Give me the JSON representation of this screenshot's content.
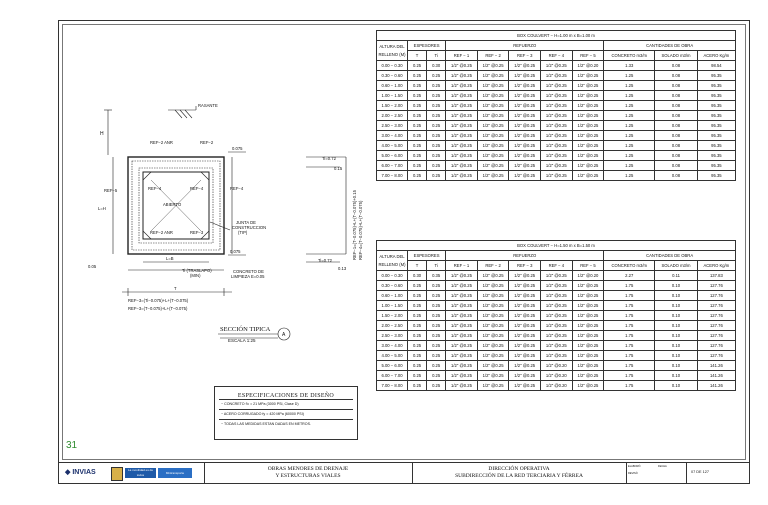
{
  "drawing_labels": {
    "rasante": "RASANTE",
    "h": "H",
    "ref2_anr_top": "REF−2 ANR",
    "ref2_top": "REF−2",
    "ref5_left": "REF−5",
    "ref4_left": "REF−4",
    "ref4_inner": "REF−4",
    "ref4_right": "REF−4",
    "ref1_left": "REF−1",
    "ref1_right": "REF−1",
    "abierto": "ABIERTO",
    "ref2_anr_bot": "REF−2 ANR",
    "ref3": "REF−3",
    "l_h": "L=H",
    "t": "T",
    "ti_traslapo": "Ti (TRASLAPO)",
    "min": "(MIN)",
    "concreto_limpieza": "CONCRETO DE",
    "limpieza": "LIMPIEZA E=0.05",
    "junta": "JUNTA DE",
    "construccion": "CONSTRUCCION",
    "tip": "(TIP)",
    "dim_0075a": "0.075",
    "dim_0075b": "0.075",
    "dim_005": "0.05",
    "l_b": "L=B",
    "ti_072": "Ti=0.72",
    "ti_012": "Ti=0.72",
    "dim_015": "0.15",
    "dim_013": "0.13",
    "formula1": "REF−3=(Ti−0.075)+L+(T−0.075)",
    "formula2": "REF−3=(T−0.075)+L+(T−0.075)",
    "vert1": "REF−1=(T−0.075)+L+(T−0.075)+0.15",
    "vert2": "REF−4=(T−0.075)+L+(T−0.075)",
    "seccion": "SECCIÓN TIPICA",
    "escala": "ESCALA 1:25",
    "seccion_mark": "A"
  },
  "table1": {
    "title": "BOX COULVERT − H=1.00 m x B=1.00 m",
    "headers": {
      "altura": "ALTURA DEL RELLENO (M)",
      "espesores": "ESPESORES",
      "refuerzo": "REFUERZO",
      "cantidades": "CANTIDADES DE OBRA",
      "t": "T",
      "ti": "Ti",
      "ref1": "REF − 1",
      "ref2": "REF − 2",
      "ref3": "REF − 3",
      "ref4": "REF − 4",
      "ref5": "REF − 5",
      "concreto": "CONCRETO m3/m",
      "solado": "SOLADO m3/m",
      "acero": "ACERO Kg/m"
    },
    "rows": [
      [
        "0.00 − 0.30",
        "0.25",
        "0.30",
        "1/2\" @0.25",
        "1/2\" @0.25",
        "1/2\" @0.25",
        "1/2\" @0.25",
        "1/2\" @0.20",
        "1.33",
        "0.08",
        "98.54"
      ],
      [
        "0.30 − 0.60",
        "0.25",
        "0.25",
        "1/2\" @0.25",
        "1/2\" @0.25",
        "1/2\" @0.25",
        "1/2\" @0.25",
        "1/2\" @0.25",
        "1.25",
        "0.08",
        "95.35"
      ],
      [
        "0.60 − 1.00",
        "0.25",
        "0.25",
        "1/2\" @0.25",
        "1/2\" @0.25",
        "1/2\" @0.25",
        "1/2\" @0.25",
        "1/2\" @0.25",
        "1.25",
        "0.08",
        "95.35"
      ],
      [
        "1.00 − 1.50",
        "0.25",
        "0.25",
        "1/2\" @0.25",
        "1/2\" @0.25",
        "1/2\" @0.25",
        "1/2\" @0.25",
        "1/2\" @0.25",
        "1.25",
        "0.08",
        "95.35"
      ],
      [
        "1.50 − 2.00",
        "0.25",
        "0.25",
        "1/2\" @0.25",
        "1/2\" @0.25",
        "1/2\" @0.25",
        "1/2\" @0.25",
        "1/2\" @0.25",
        "1.25",
        "0.08",
        "95.35"
      ],
      [
        "2.00 − 2.50",
        "0.25",
        "0.25",
        "1/2\" @0.25",
        "1/2\" @0.25",
        "1/2\" @0.25",
        "1/2\" @0.25",
        "1/2\" @0.25",
        "1.25",
        "0.08",
        "95.35"
      ],
      [
        "2.50 − 3.00",
        "0.25",
        "0.25",
        "1/2\" @0.25",
        "1/2\" @0.25",
        "1/2\" @0.25",
        "1/2\" @0.25",
        "1/2\" @0.25",
        "1.25",
        "0.08",
        "95.35"
      ],
      [
        "3.00 − 4.00",
        "0.25",
        "0.25",
        "1/2\" @0.25",
        "1/2\" @0.25",
        "1/2\" @0.25",
        "1/2\" @0.25",
        "1/2\" @0.25",
        "1.25",
        "0.08",
        "95.35"
      ],
      [
        "4.00 − 5.00",
        "0.25",
        "0.25",
        "1/2\" @0.25",
        "1/2\" @0.25",
        "1/2\" @0.25",
        "1/2\" @0.25",
        "1/2\" @0.25",
        "1.25",
        "0.08",
        "95.35"
      ],
      [
        "5.00 − 6.00",
        "0.25",
        "0.25",
        "1/2\" @0.25",
        "1/2\" @0.25",
        "1/2\" @0.25",
        "1/2\" @0.25",
        "1/2\" @0.25",
        "1.25",
        "0.08",
        "95.35"
      ],
      [
        "6.00 − 7.00",
        "0.25",
        "0.25",
        "1/2\" @0.25",
        "1/2\" @0.25",
        "1/2\" @0.25",
        "1/2\" @0.25",
        "1/2\" @0.25",
        "1.25",
        "0.08",
        "95.35"
      ],
      [
        "7.00 − 8.00",
        "0.25",
        "0.25",
        "1/2\" @0.25",
        "1/2\" @0.25",
        "1/2\" @0.25",
        "1/2\" @0.25",
        "1/2\" @0.25",
        "1.25",
        "0.08",
        "95.35"
      ]
    ]
  },
  "table2": {
    "title": "BOX COULVERT − H=1.50 m x B=1.50 m",
    "headers": {
      "altura": "ALTURA DEL RELLENO (M)",
      "espesores": "ESPESORES",
      "refuerzo": "REFUERZO",
      "cantidades": "CANTIDADES DE OBRA",
      "t": "T",
      "ti": "Ti",
      "ref1": "REF − 1",
      "ref2": "REF − 2",
      "ref3": "REF − 3",
      "ref4": "REF − 4",
      "ref5": "REF − 5",
      "concreto": "CONCRETO m3/m",
      "solado": "SOLADO m3/m",
      "acero": "ACERO Kg/m"
    },
    "rows": [
      [
        "0.00 − 0.30",
        "0.30",
        "0.35",
        "1/2\" @0.25",
        "1/2\" @0.25",
        "1/2\" @0.25",
        "1/2\" @0.25",
        "1/2\" @0.20",
        "2.27",
        "0.11",
        "137.83"
      ],
      [
        "0.30 − 0.60",
        "0.25",
        "0.25",
        "1/2\" @0.25",
        "1/2\" @0.25",
        "1/2\" @0.25",
        "1/2\" @0.25",
        "1/2\" @0.25",
        "1.75",
        "0.10",
        "127.76"
      ],
      [
        "0.60 − 1.00",
        "0.25",
        "0.25",
        "1/2\" @0.25",
        "1/2\" @0.25",
        "1/2\" @0.25",
        "1/2\" @0.25",
        "1/2\" @0.25",
        "1.75",
        "0.10",
        "127.76"
      ],
      [
        "1.00 − 1.50",
        "0.25",
        "0.25",
        "1/2\" @0.25",
        "1/2\" @0.25",
        "1/2\" @0.25",
        "1/2\" @0.25",
        "1/2\" @0.25",
        "1.75",
        "0.10",
        "127.76"
      ],
      [
        "1.50 − 2.00",
        "0.25",
        "0.25",
        "1/2\" @0.25",
        "1/2\" @0.25",
        "1/2\" @0.25",
        "1/2\" @0.25",
        "1/2\" @0.25",
        "1.75",
        "0.10",
        "127.76"
      ],
      [
        "2.00 − 2.50",
        "0.25",
        "0.25",
        "1/2\" @0.25",
        "1/2\" @0.25",
        "1/2\" @0.25",
        "1/2\" @0.25",
        "1/2\" @0.25",
        "1.75",
        "0.10",
        "127.76"
      ],
      [
        "2.50 − 3.00",
        "0.25",
        "0.25",
        "1/2\" @0.25",
        "1/2\" @0.25",
        "1/2\" @0.25",
        "1/2\" @0.25",
        "1/2\" @0.25",
        "1.75",
        "0.10",
        "127.76"
      ],
      [
        "3.00 − 4.00",
        "0.25",
        "0.25",
        "1/2\" @0.25",
        "1/2\" @0.25",
        "1/2\" @0.25",
        "1/2\" @0.25",
        "1/2\" @0.25",
        "1.75",
        "0.10",
        "127.76"
      ],
      [
        "4.00 − 5.00",
        "0.25",
        "0.25",
        "1/2\" @0.25",
        "1/2\" @0.25",
        "1/2\" @0.25",
        "1/2\" @0.25",
        "1/2\" @0.25",
        "1.75",
        "0.10",
        "127.76"
      ],
      [
        "5.00 − 6.00",
        "0.25",
        "0.25",
        "1/2\" @0.25",
        "1/2\" @0.25",
        "1/2\" @0.25",
        "1/2\" @0.20",
        "1/2\" @0.25",
        "1.75",
        "0.10",
        "141.26"
      ],
      [
        "6.00 − 7.00",
        "0.25",
        "0.25",
        "1/2\" @0.25",
        "1/2\" @0.25",
        "1/2\" @0.25",
        "1/2\" @0.20",
        "1/2\" @0.25",
        "1.75",
        "0.10",
        "141.26"
      ],
      [
        "7.00 − 8.00",
        "0.25",
        "0.25",
        "1/2\" @0.25",
        "1/2\" @0.25",
        "1/2\" @0.25",
        "1/2\" @0.20",
        "1/2\" @0.25",
        "1.75",
        "0.10",
        "141.26"
      ]
    ]
  },
  "specs": {
    "title": "ESPECIFICACIONES DE DISEÑO",
    "lines": [
      "− CONCRETO f'c = 21 MPa (3000 PSI, Clase D)",
      "− ACERO CORRUGADO fy = 420 MPa (60000 PSI)",
      "− TODAS LAS MEDIDAS ESTAN DADAS EN METROS."
    ]
  },
  "page_number": "31",
  "footer": {
    "invias": "INVIAS",
    "logo2": "La movilidad es de todos",
    "logo3": "Mintransporte",
    "title1_l1": "OBRAS MENORES DE DRENAJE",
    "title1_l2": "Y ESTRUCTURAS VIALES",
    "title2_l1": "DIRECCIÓN OPERATIVA",
    "title2_l2": "SUBDIRECCIÓN DE LA RED TERCIARIA Y FÉRREA",
    "small1": "ELABORÓ",
    "small2": "REVISÓ",
    "small3": "FECHA",
    "page": "07 DE 127"
  }
}
